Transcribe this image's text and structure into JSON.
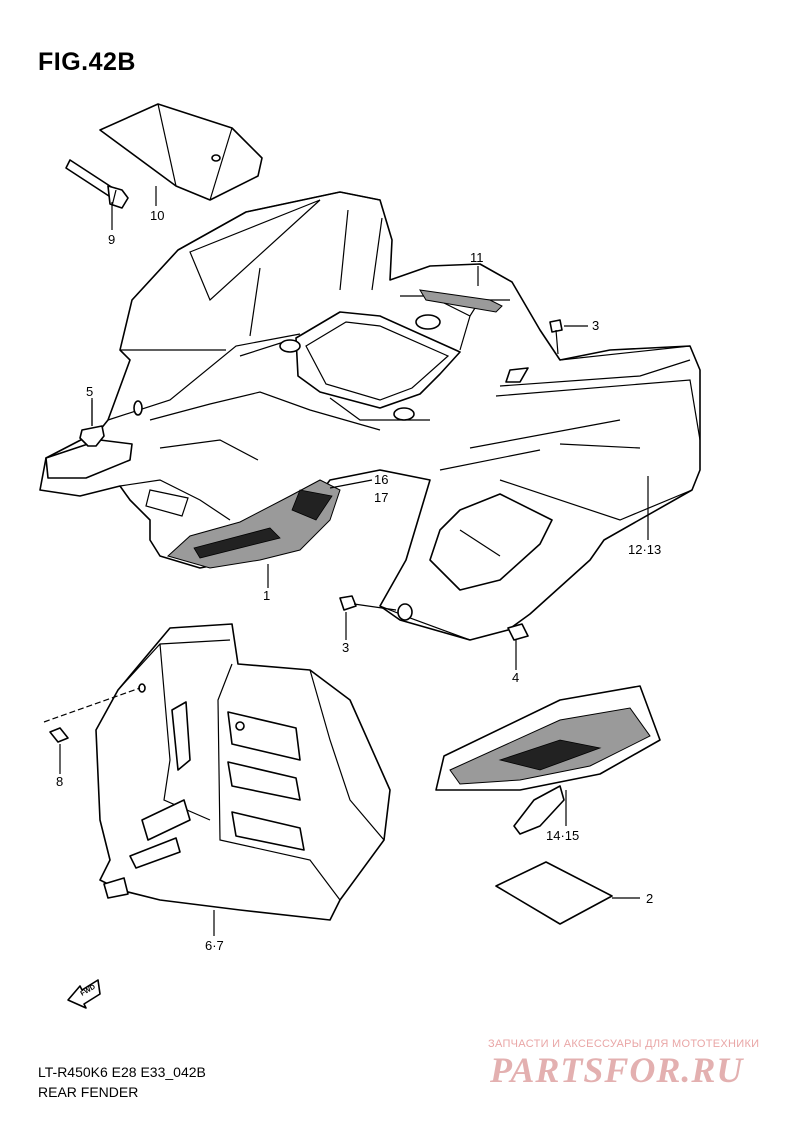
{
  "figure": {
    "title": "FIG.42B",
    "code": "LT-R450K6 E28 E33_042B",
    "name": "REAR FENDER"
  },
  "callouts": [
    {
      "id": "c10",
      "label": "10"
    },
    {
      "id": "c9",
      "label": "9"
    },
    {
      "id": "c11",
      "label": "11"
    },
    {
      "id": "c3a",
      "label": "3"
    },
    {
      "id": "c5",
      "label": "5"
    },
    {
      "id": "c16",
      "label": "16"
    },
    {
      "id": "c17",
      "label": "17"
    },
    {
      "id": "c1213",
      "label": "12·13"
    },
    {
      "id": "c1",
      "label": "1"
    },
    {
      "id": "c3b",
      "label": "3"
    },
    {
      "id": "c4",
      "label": "4"
    },
    {
      "id": "c8",
      "label": "8"
    },
    {
      "id": "c1415",
      "label": "14·15"
    },
    {
      "id": "c2",
      "label": "2"
    },
    {
      "id": "c67",
      "label": "6·7"
    }
  ],
  "fwd_badge": "FWD",
  "watermark": {
    "tagline": "ЗАПЧАСТИ И АКСЕССУАРЫ ДЛЯ МОТОТЕХНИКИ",
    "logo": "PARTSFOR.RU"
  }
}
